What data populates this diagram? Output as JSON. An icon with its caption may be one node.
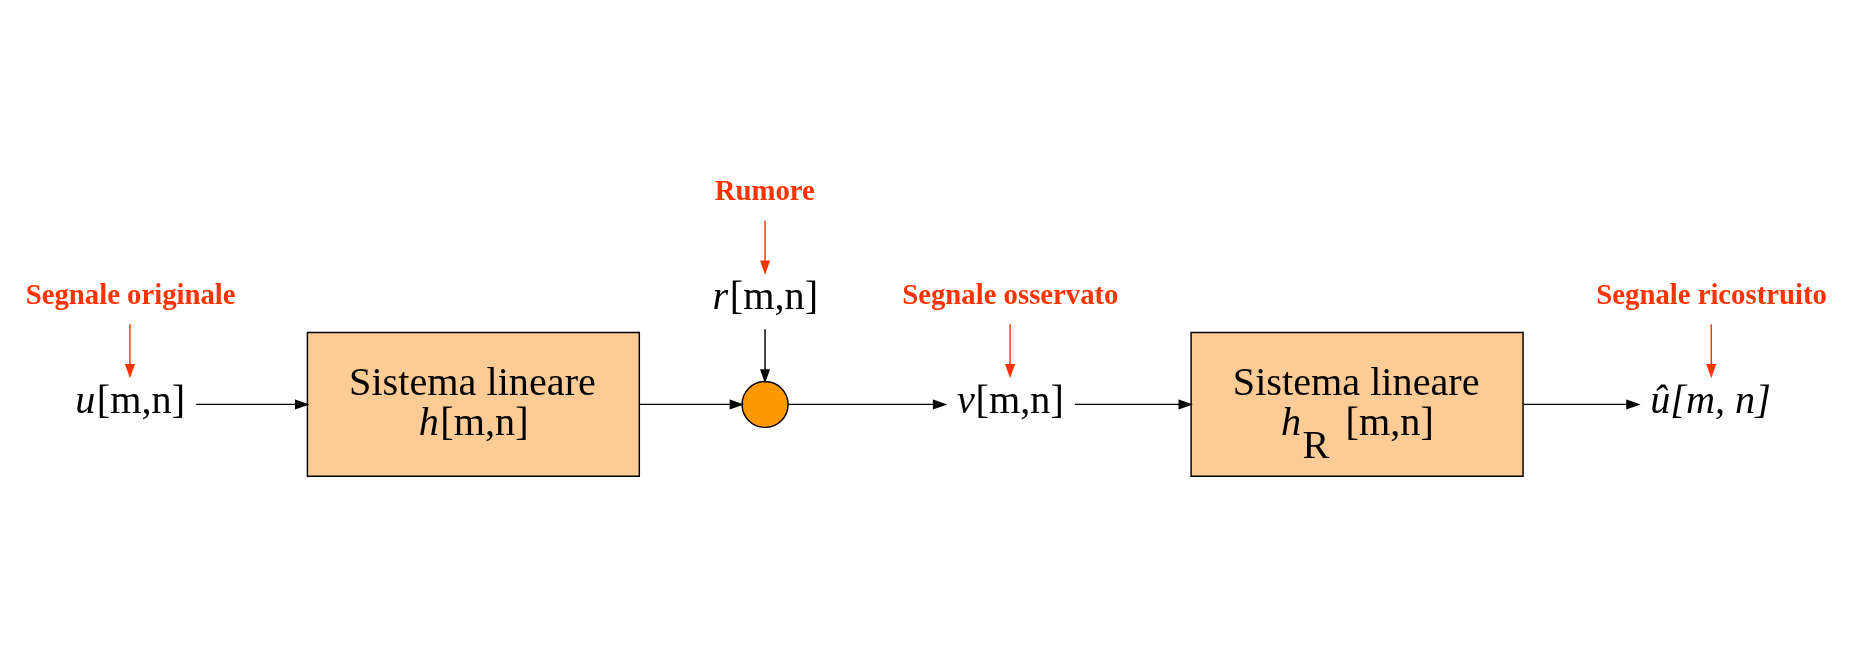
{
  "diagram": {
    "nodes": [
      {
        "text": [
          "Segnale originale"
        ]
      },
      {
        "text": [
          "*u*[m,n]"
        ]
      },
      {
        "text": [
          "Sistema lineare",
          "*h*[m,n]"
        ]
      },
      {
        "text": [],
        "shape": "circle"
      },
      {
        "text": [
          "*v*[m,n]"
        ]
      },
      {
        "text": [
          "*r*[m,n]"
        ]
      },
      {
        "text": [
          "Sistema lineare",
          "*h*$_{R}$ [m,n]"
        ]
      },
      {
        "text": [
          "û[m, n]"
        ]
      },
      {
        "text": [
          "Segnale osservato"
        ]
      },
      {
        "text": [
          "Rumore"
        ]
      },
      {
        "text": [
          "Segnale ricostruito"
        ]
      }
    ],
    "edges": [
      {
        "from": 0,
        "to": 1,
        "arrow": "to",
        "color": "#ff3300"
      },
      {
        "from": 1,
        "to": 2,
        "arrow": "to"
      },
      {
        "from": 2,
        "to": 3,
        "arrow": "to"
      },
      {
        "from": 3,
        "to": 4,
        "arrow": "to"
      },
      {
        "from": 5,
        "to": 3,
        "arrow": "to"
      },
      {
        "from": 4,
        "to": 6,
        "arrow": "to"
      },
      {
        "from": 6,
        "to": 7,
        "arrow": "to"
      },
      {
        "from": 8,
        "to": 4,
        "arrow": "to",
        "color": "#ff3300"
      },
      {
        "from": 9,
        "to": 5,
        "arrow": "to",
        "color": "#ff3300"
      },
      {
        "from": 10,
        "to": 7,
        "arrow": "to",
        "color": "#ff3300"
      }
    ]
  }
}
